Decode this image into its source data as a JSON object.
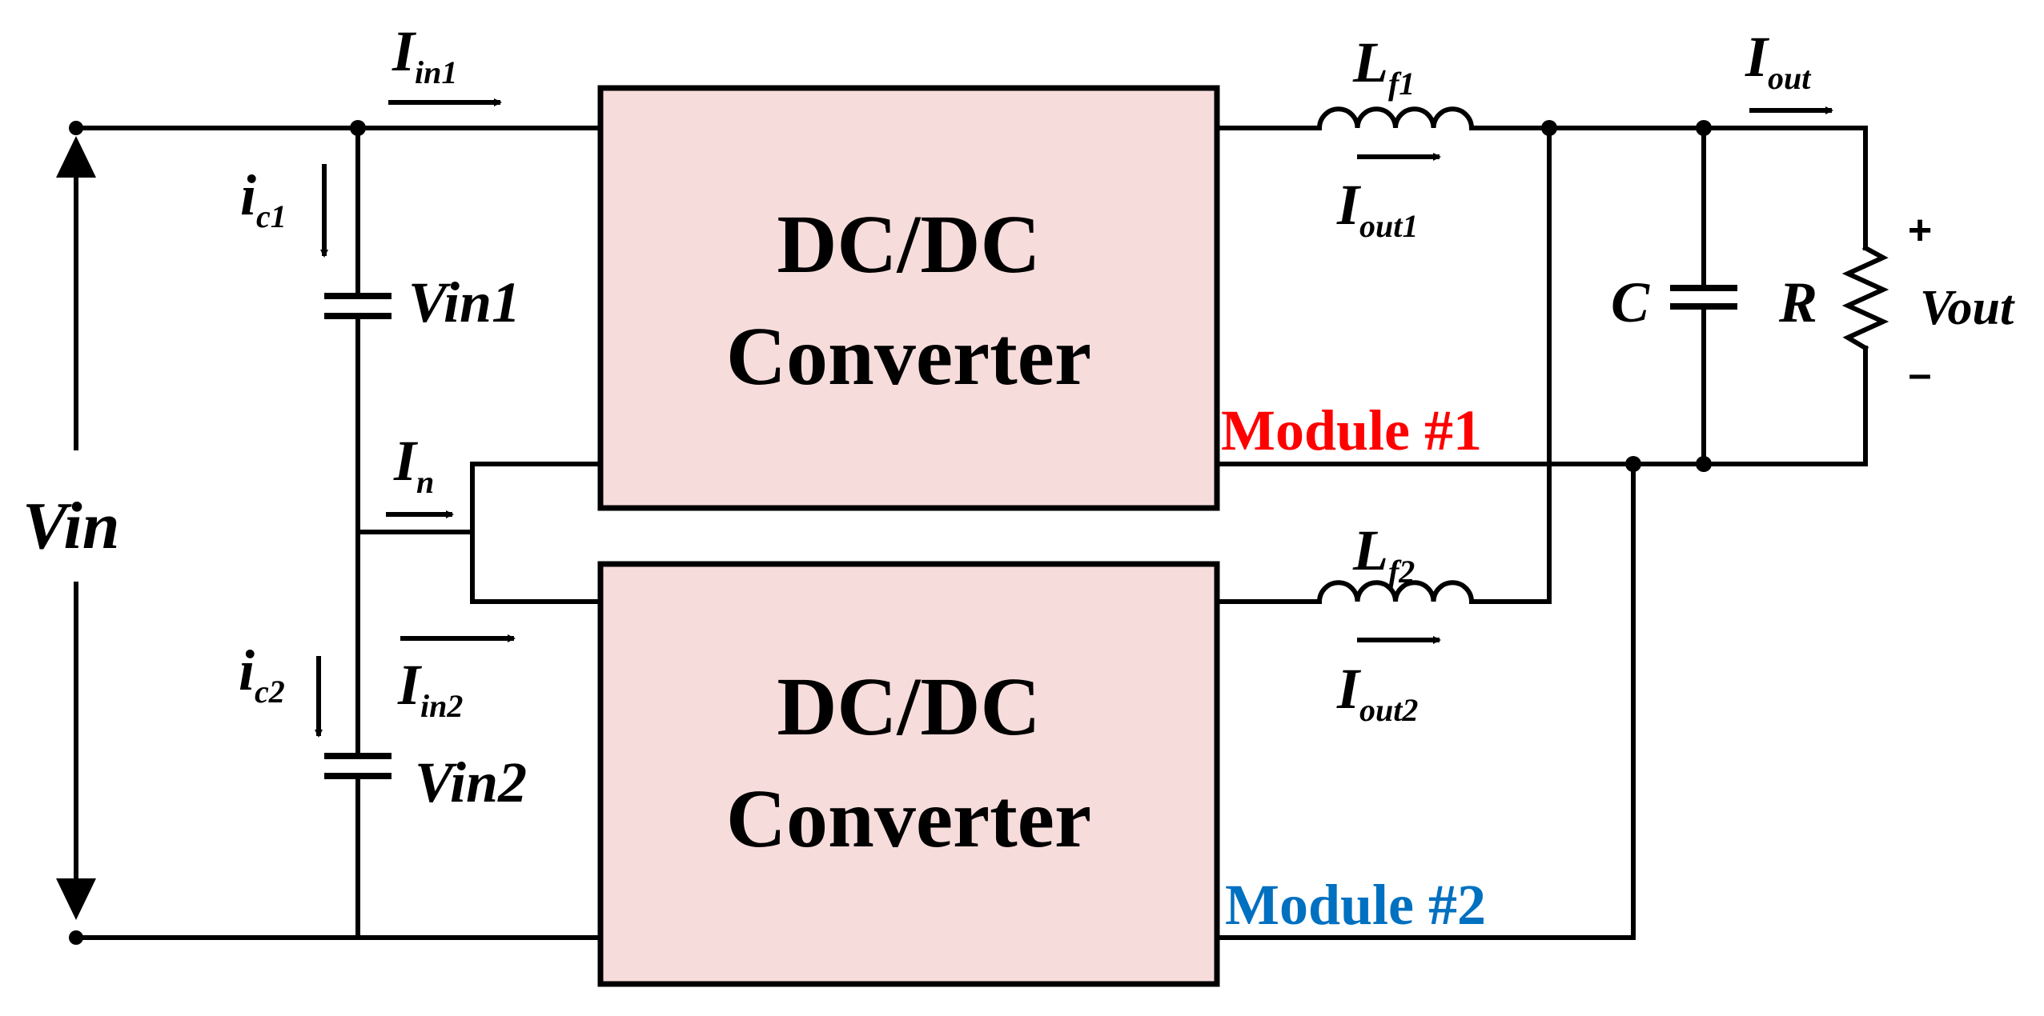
{
  "converter1": {
    "line1": "DC/DC",
    "line2": "Converter",
    "module": "Module #1",
    "module_color": "#ff0000"
  },
  "converter2": {
    "line1": "DC/DC",
    "line2": "Converter",
    "module": "Module #2",
    "module_color": "#0070c0"
  },
  "labels": {
    "vin": "Vin",
    "iin1_main": "I",
    "iin1_sub": "in1",
    "ic1_main": "i",
    "ic1_sub": "c1",
    "vin1": "Vin1",
    "in_main": "I",
    "in_sub": "n",
    "ic2_main": "i",
    "ic2_sub": "c2",
    "iin2_main": "I",
    "iin2_sub": "in2",
    "vin2": "Vin2",
    "lf1_main": "L",
    "lf1_sub": "f1",
    "iout1_main": "I",
    "iout1_sub": "out1",
    "lf2_main": "L",
    "lf2_sub": "f2",
    "iout2_main": "I",
    "iout2_sub": "out2",
    "iout_main": "I",
    "iout_sub": "out",
    "c": "C",
    "r": "R",
    "vout": "Vout",
    "plus": "+",
    "minus": "–"
  }
}
